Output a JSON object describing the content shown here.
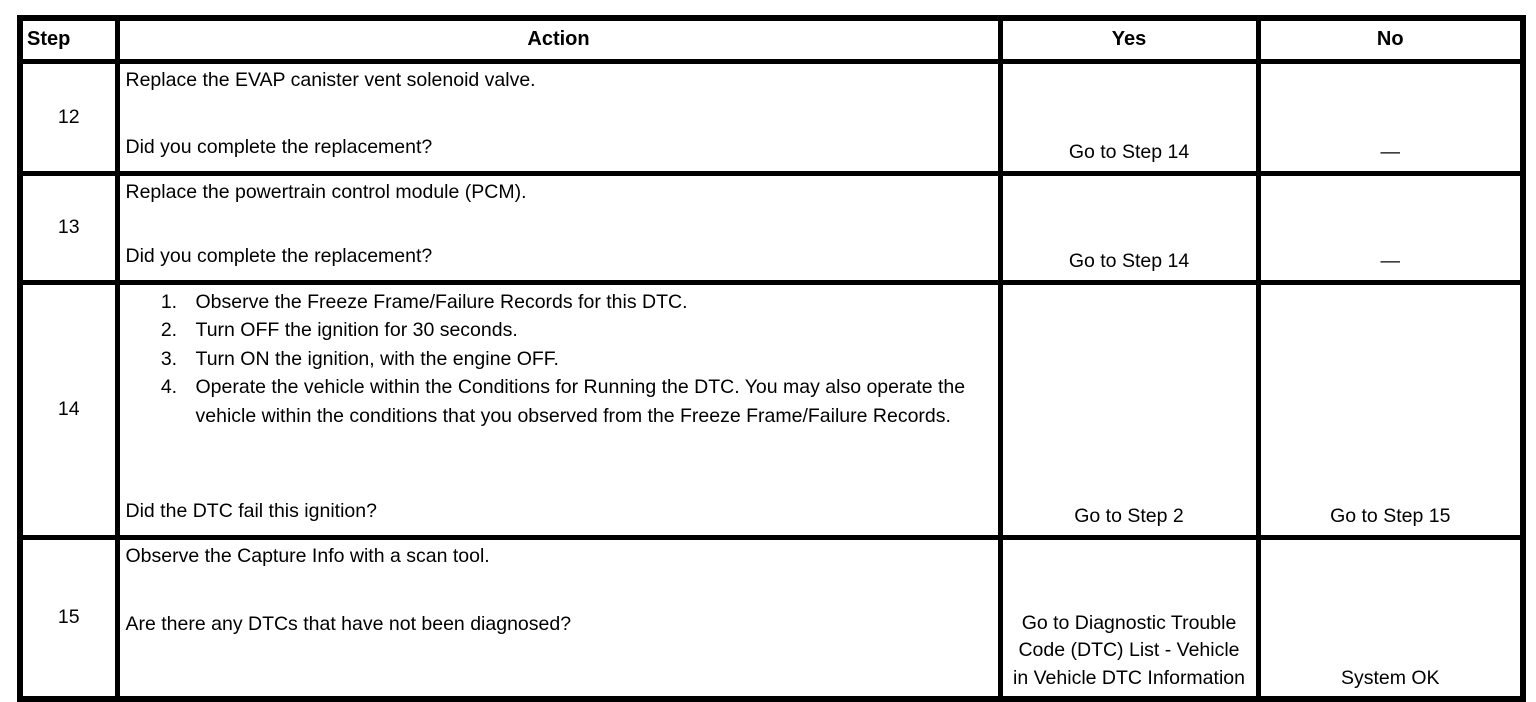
{
  "colors": {
    "background": "#ffffff",
    "border": "#000000",
    "text": "#000000"
  },
  "table": {
    "headers": [
      "Step",
      "Action",
      "Yes",
      "No"
    ],
    "rows": [
      {
        "step": "12",
        "action": "Replace the EVAP canister vent solenoid valve.",
        "question": "Did you complete the replacement?",
        "yes": "Go to Step 14",
        "no": "—"
      },
      {
        "step": "13",
        "action": "Replace the powertrain control module (PCM).",
        "question": "Did you complete the replacement?",
        "yes": "Go to Step 14",
        "no": "—"
      },
      {
        "step": "14",
        "action_list": [
          "Observe the Freeze Frame/Failure Records for this DTC.",
          "Turn OFF the ignition for 30 seconds.",
          "Turn ON the ignition, with the engine OFF.",
          "Operate the vehicle within the Conditions for Running the DTC. You may also operate the vehicle within the conditions that you observed from the Freeze Frame/Failure Records."
        ],
        "question": "Did the DTC fail this ignition?",
        "yes": "Go to Step 2",
        "no": "Go to Step 15"
      },
      {
        "step": "15",
        "action": "Observe the Capture Info with a scan tool.",
        "question": "Are there any DTCs that have not been diagnosed?",
        "yes": "Go to Diagnostic Trouble Code (DTC) List - Vehicle in Vehicle DTC Information",
        "no": "System OK"
      }
    ]
  }
}
